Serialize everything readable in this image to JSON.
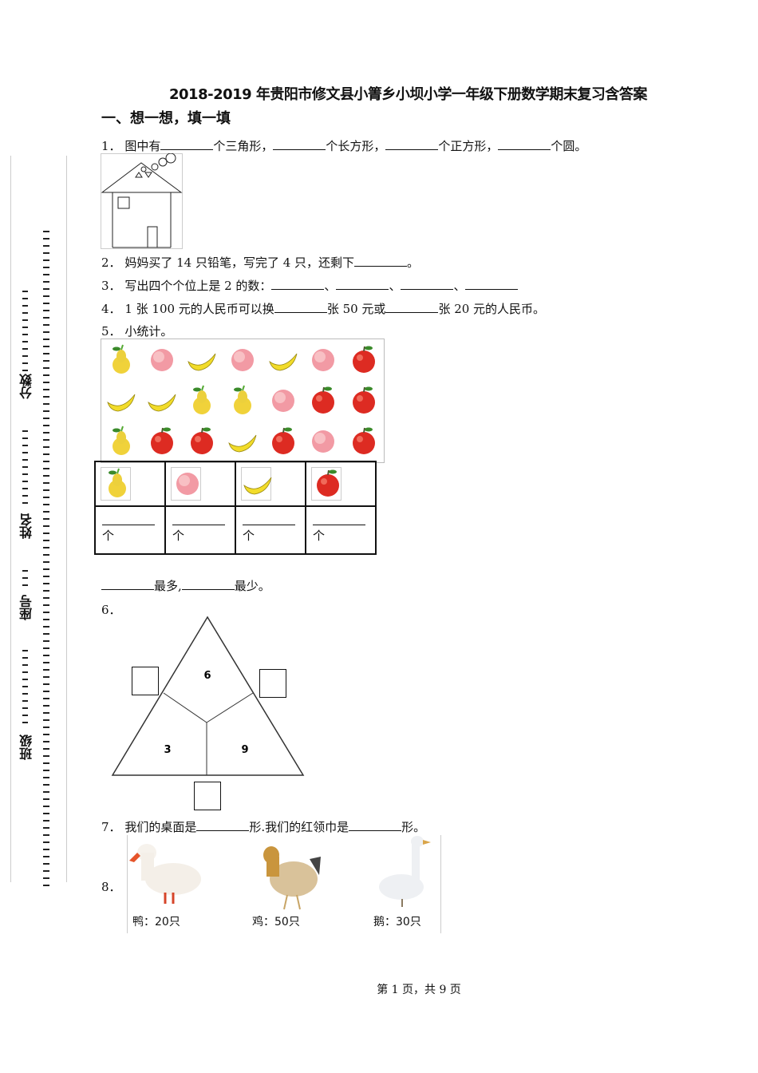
{
  "title": "2018-2019 年贵阳市修文县小箐乡小坝小学一年级下册数学期末复习含答案",
  "section1": "一、想一想，填一填",
  "side_labels": [
    "分数",
    "姓名",
    "座号",
    "班级"
  ],
  "q1": {
    "num": "1．",
    "p1": "图中有",
    "p2": "个三角形，",
    "p3": "个长方形，",
    "p4": "个正方形，",
    "p5": "个圆。"
  },
  "q2": {
    "num": "2．",
    "p1": "妈妈买了 14 只铅笔，写完了 4 只，还剩下",
    "p2": "。"
  },
  "q3": {
    "num": "3．",
    "p1": "写出四个个位上是 2 的数：",
    "sep": "、"
  },
  "q4": {
    "num": "4．",
    "p1": "1 张 100 元的人民币可以换",
    "p2": "张 50 元或",
    "p3": "张 20 元的人民币。"
  },
  "q5": {
    "num": "5．",
    "p1": "小统计。",
    "fruit_grid": [
      [
        "pear",
        "peach",
        "banana",
        "peach",
        "banana",
        "peach",
        "apple"
      ],
      [
        "banana",
        "banana",
        "pear",
        "pear",
        "peach",
        "apple",
        "apple"
      ],
      [
        "pear",
        "apple",
        "apple",
        "banana",
        "apple",
        "peach",
        "apple"
      ]
    ],
    "table_fruits": [
      "pear",
      "peach",
      "banana",
      "apple"
    ],
    "unit": "个",
    "most": "最多,",
    "least": "最少。"
  },
  "q6": {
    "num": "6．",
    "numbers": {
      "top": "6",
      "left": "3",
      "right": "9"
    }
  },
  "q7": {
    "num": "7．",
    "p1": "我们的桌面是",
    "p2": "形.我们的红领巾是",
    "p3": "形。"
  },
  "q8": {
    "num": "8．",
    "animals": [
      {
        "label": "鸭：",
        "count": "20只"
      },
      {
        "label": "鸡：",
        "count": "50只"
      },
      {
        "label": "鹅：",
        "count": "30只"
      }
    ]
  },
  "footer": "第 1 页，共 9 页"
}
